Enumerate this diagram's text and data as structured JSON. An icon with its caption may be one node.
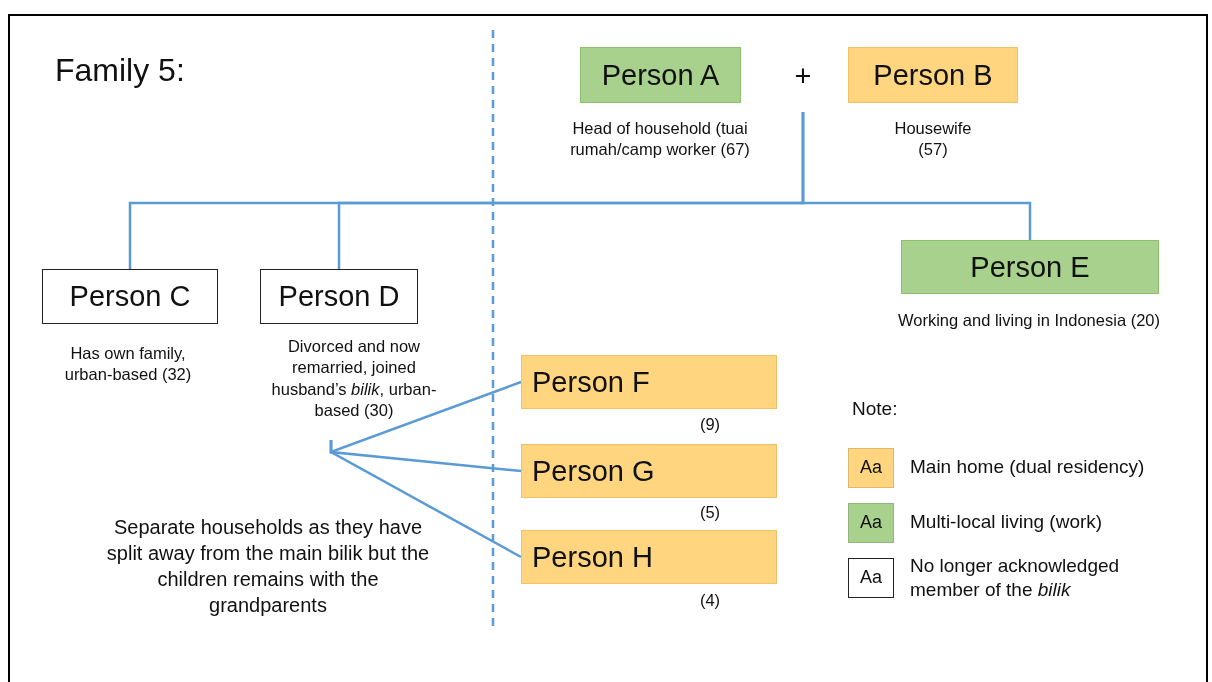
{
  "diagram": {
    "nodes": [
      {
        "text": [
          "Person A"
        ],
        "beside": [
          "Head of household (tuai rumah/camp worker (67)"
        ]
      },
      {
        "text": [
          "+"
        ]
      },
      {
        "text": [
          "Person B"
        ],
        "beside": [
          "Housewife (57)"
        ]
      },
      {
        "text": [
          "Person C"
        ],
        "beside": [
          "Has own family, urban-based (32)"
        ]
      },
      {
        "text": [
          "Person D"
        ],
        "beside": [
          "Divorced and now remarried, joined husband’s *bilik*, urban-based (30)"
        ]
      },
      {
        "text": [
          "Person E"
        ],
        "beside": [
          "Working and living in Indonesia (20)"
        ]
      },
      {
        "text": [
          "Person F"
        ],
        "beside": [
          "(9)"
        ]
      },
      {
        "text": [
          "Person G"
        ],
        "beside": [
          "(5)"
        ]
      },
      {
        "text": [
          "Person H"
        ],
        "beside": [
          "(4)"
        ]
      }
    ],
    "edges": [
      {
        "from": 1,
        "to": 3,
        "arrow": "none"
      },
      {
        "from": 1,
        "to": 4,
        "arrow": "none"
      },
      {
        "from": 1,
        "to": 5,
        "arrow": "none"
      },
      {
        "from": 4,
        "to": 6,
        "arrow": "none"
      },
      {
        "from": 4,
        "to": 7,
        "arrow": "none"
      },
      {
        "from": 4,
        "to": 8,
        "arrow": "none"
      }
    ],
    "labels": [
      "Family 5:",
      "Separate households as they have split away from the main bilik but the children remains with the grandparents",
      "Note:",
      "Aa",
      "Aa",
      "Aa"
    ],
    "legend": [
      {
        "text": "Main home (dual residency)",
        "color": "#ffd57f"
      },
      {
        "text": "Multi-local living (work)",
        "color": "#a9d18e"
      },
      {
        "text": "No longer acknowledged member of the *bilik*",
        "color": "#ffffff"
      }
    ]
  }
}
